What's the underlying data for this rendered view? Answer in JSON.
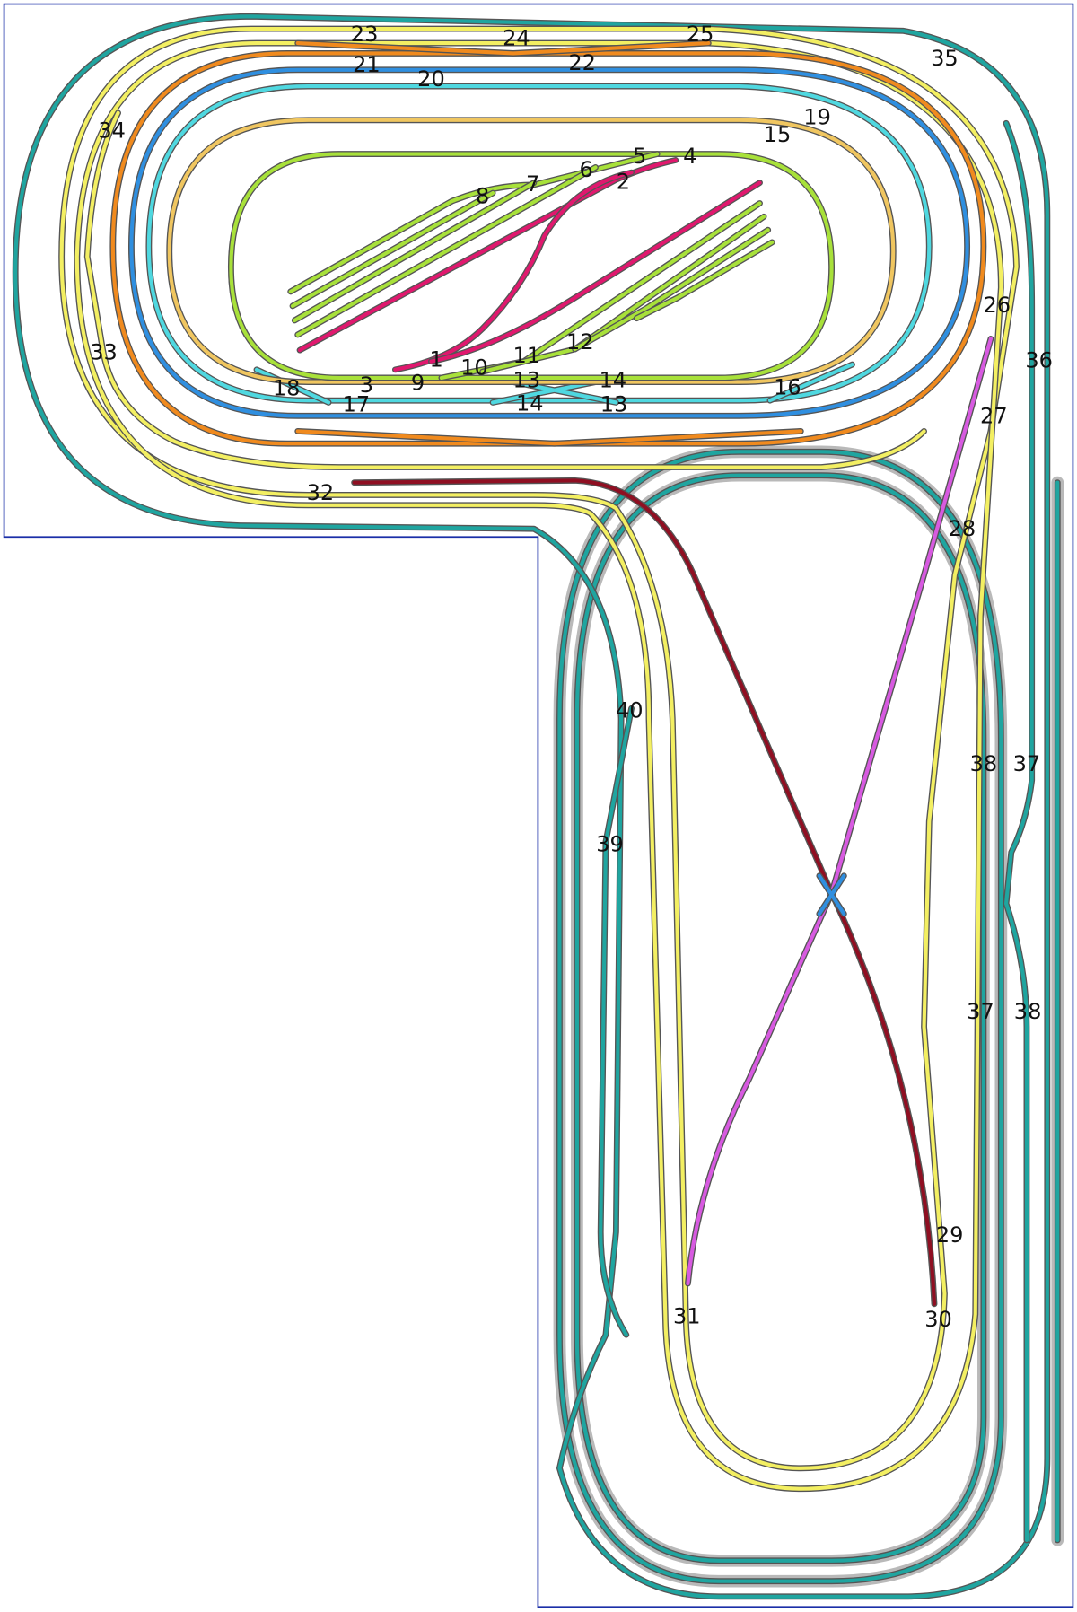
{
  "diagram": {
    "type": "model railway track plan",
    "colors": {
      "border": "#1a2fa8",
      "outer_teal": "#1fa5a0",
      "yellow": "#f3ef62",
      "orange": "#f08a1e",
      "blue": "#2f8fe0",
      "cyan": "#4fd8e0",
      "tan": "#f0c660",
      "green": "#a8e13a",
      "pink": "#e0186e",
      "dark_red": "#8f0f22",
      "violet": "#d75ae0",
      "grey_bed": "#b9b9b9"
    },
    "turnout_labels": [
      "23",
      "24",
      "25",
      "35",
      "21",
      "20",
      "22",
      "19",
      "15",
      "34",
      "5",
      "4",
      "6",
      "7",
      "2",
      "8",
      "26",
      "36",
      "33",
      "1",
      "10",
      "11",
      "12",
      "3",
      "9",
      "13",
      "14",
      "18",
      "17",
      "14",
      "13",
      "16",
      "27",
      "32",
      "28",
      "40",
      "38",
      "37",
      "39",
      "37",
      "38",
      "29",
      "31",
      "30"
    ]
  }
}
